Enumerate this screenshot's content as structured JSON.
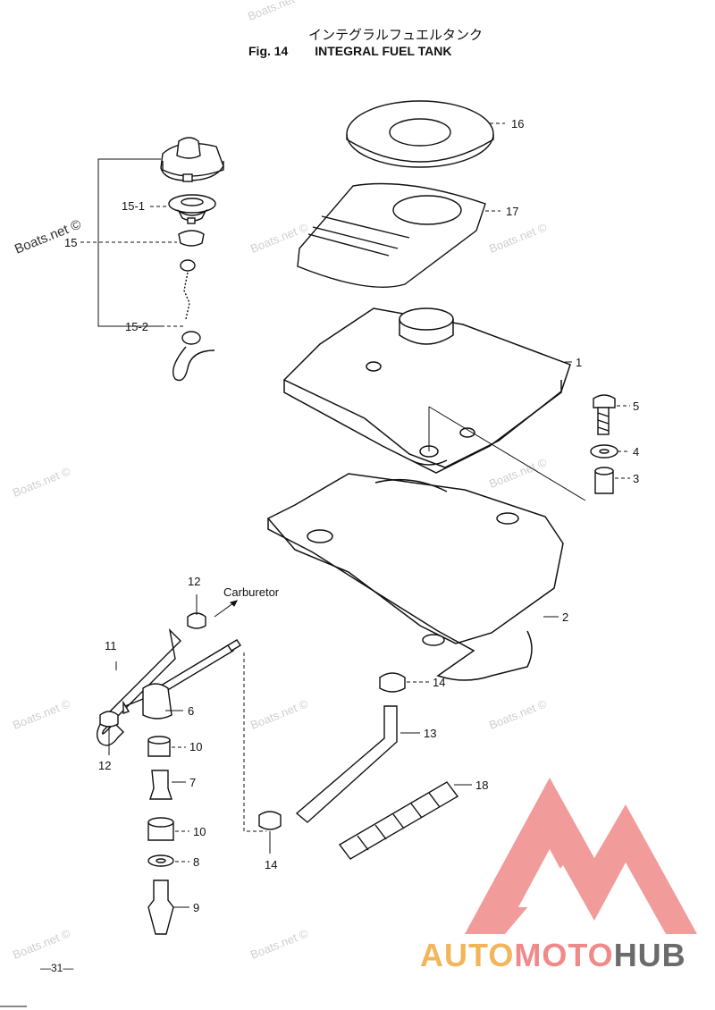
{
  "header": {
    "title_jp": "インテグラルフュエルタンク",
    "fig_label": "Fig. 14",
    "fig_title": "INTEGRAL FUEL TANK"
  },
  "callouts": {
    "c1": "1",
    "c2": "2",
    "c3": "3",
    "c4": "4",
    "c5": "5",
    "c6": "6",
    "c7": "7",
    "c8": "8",
    "c9": "9",
    "c10a": "10",
    "c10b": "10",
    "c11": "11",
    "c12a": "12",
    "c12b": "12",
    "c13": "13",
    "c14a": "14",
    "c14b": "14",
    "c15": "15",
    "c15_1": "15-1",
    "c15_2": "15-2",
    "c16": "16",
    "c17": "17",
    "c18": "18"
  },
  "annotation": {
    "carburetor": "Carburetor"
  },
  "watermarks": {
    "text": "Boats.net ©"
  },
  "footer": {
    "page": "—31—"
  },
  "brand": {
    "part1": "AUTO",
    "part2": "MOTO",
    "part3": "HUB"
  },
  "colors": {
    "brand_red": "#f08a8a",
    "brand_orange": "#f2b55a",
    "brand_gray": "#6b6b6b",
    "watermark": "#cfcfcf"
  }
}
